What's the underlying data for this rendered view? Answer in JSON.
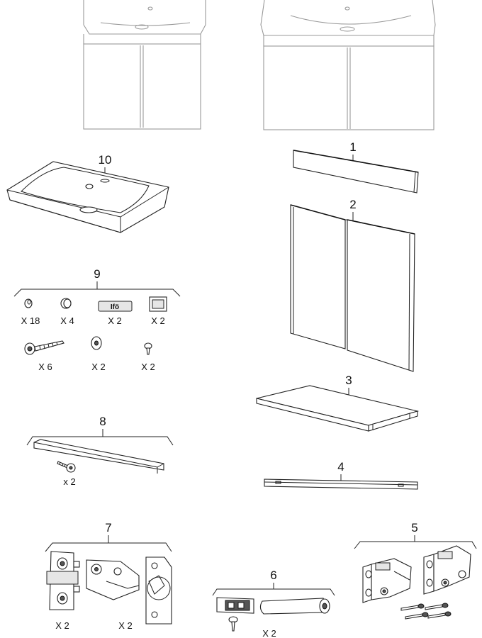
{
  "parts": {
    "p1": {
      "number": "1"
    },
    "p2": {
      "number": "2"
    },
    "p3": {
      "number": "3"
    },
    "p4": {
      "number": "4"
    },
    "p5": {
      "number": "5"
    },
    "p6": {
      "number": "6",
      "qty_a": "X 2"
    },
    "p7": {
      "number": "7",
      "qty_a": "X 2",
      "qty_b": "X 2"
    },
    "p8": {
      "number": "8",
      "qty_a": "x 2"
    },
    "p9": {
      "number": "9",
      "qty_knob_small": "X 18",
      "qty_knob_large": "X 4",
      "qty_badge": "X 2",
      "badge_text": "Ifö",
      "qty_square": "X 2",
      "qty_long_screw": "X 6",
      "qty_washer": "X 2",
      "qty_small_screw": "X 2"
    },
    "p10": {
      "number": "10"
    }
  },
  "icons": [
    "cabinet-small",
    "cabinet-large",
    "washbasin",
    "top-panel",
    "door-pair",
    "shelf",
    "rail",
    "hinge-set",
    "connector-set",
    "hinge-pair",
    "handle-bar",
    "hardware-set"
  ]
}
